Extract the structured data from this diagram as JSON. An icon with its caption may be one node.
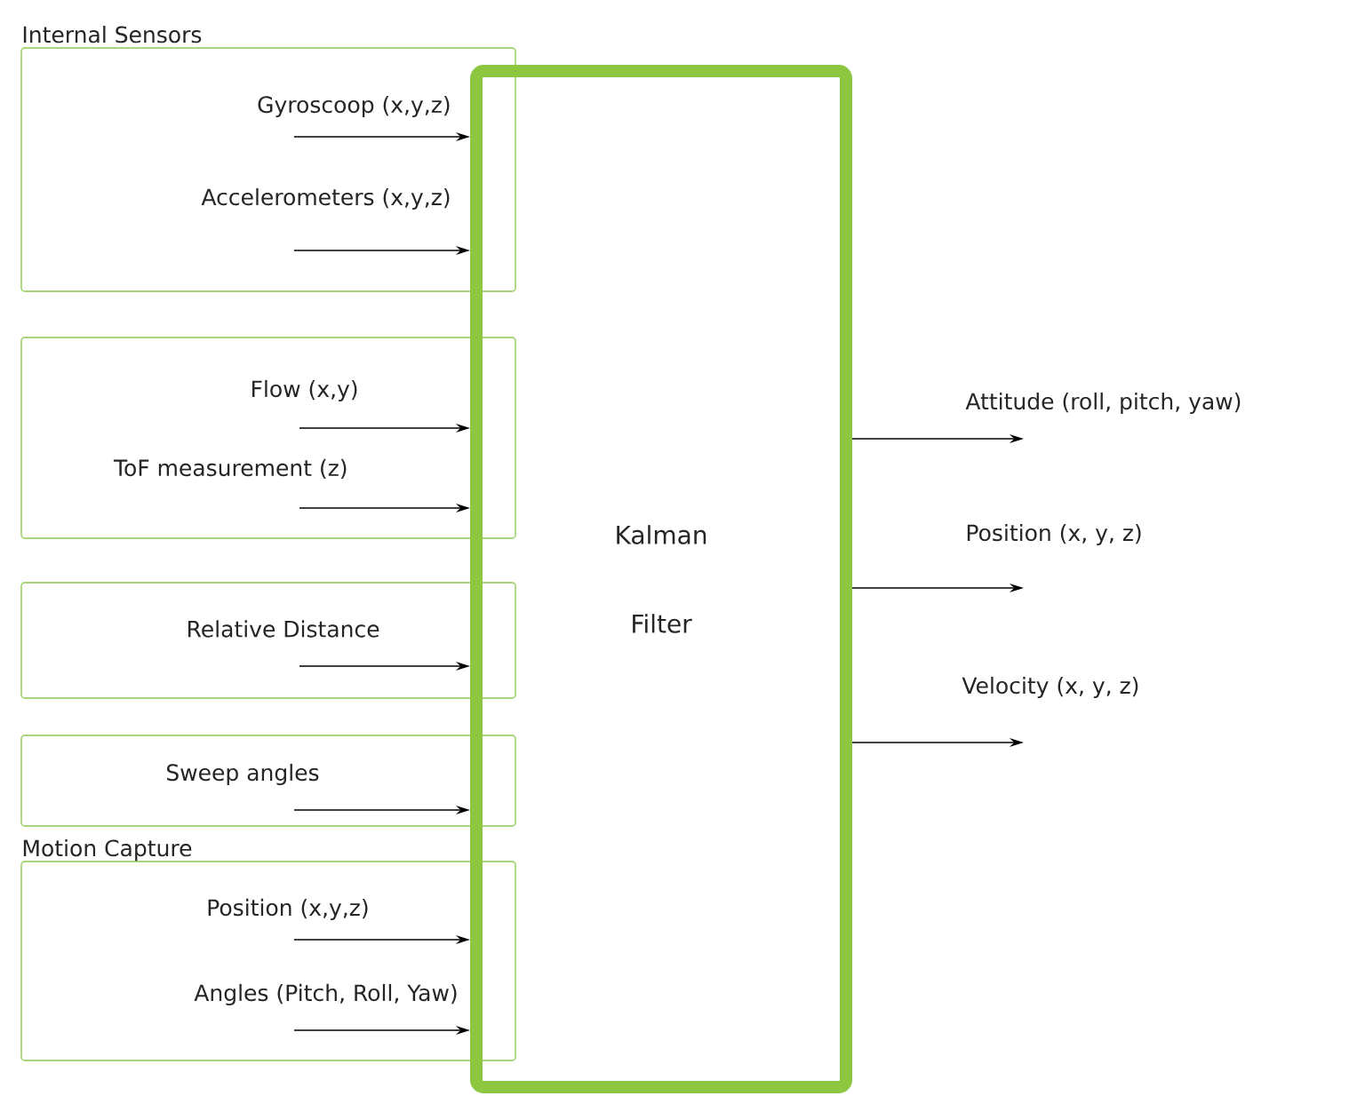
{
  "diagram": {
    "nodes": [
      {
        "text": [
          "Internal Sensors"
        ]
      },
      {
        "text": [],
        "shape": "box"
      },
      {
        "text": [],
        "shape": "box"
      },
      {
        "text": [],
        "shape": "box"
      },
      {
        "text": [
          "Motion Capture"
        ]
      },
      {
        "text": [
          "Kalman Filter"
        ]
      }
    ],
    "edges": [
      {
        "from": 0,
        "to": 5,
        "arrow": "to",
        "label": "Gyroscoop (x,y,z)"
      },
      {
        "from": 0,
        "to": 5,
        "arrow": "to",
        "label": "Accelerometers (x,y,z)"
      },
      {
        "from": 1,
        "to": 5,
        "arrow": "to",
        "label": "Flow (x,y)"
      },
      {
        "from": 1,
        "to": 5,
        "arrow": "to",
        "label": "ToF measurement (z)"
      },
      {
        "from": 2,
        "to": 5,
        "arrow": "to",
        "label": "Relative Distance"
      },
      {
        "from": 3,
        "to": 5,
        "arrow": "to",
        "label": "Sweep angles"
      },
      {
        "from": 4,
        "to": 5,
        "arrow": "to",
        "label": "Position (x,y,z)"
      },
      {
        "from": 4,
        "to": 5,
        "arrow": "to",
        "label": "Angles (Pitch, Roll, Yaw)"
      },
      {
        "from": 5,
        "to": null,
        "arrow": "to",
        "label": "Attitude (roll, pitch, yaw)"
      },
      {
        "from": 5,
        "to": null,
        "arrow": "to",
        "label": "Position (x, y, z)"
      },
      {
        "from": 5,
        "to": null,
        "arrow": "to",
        "label": "Velocity (x, y, z)"
      }
    ]
  }
}
